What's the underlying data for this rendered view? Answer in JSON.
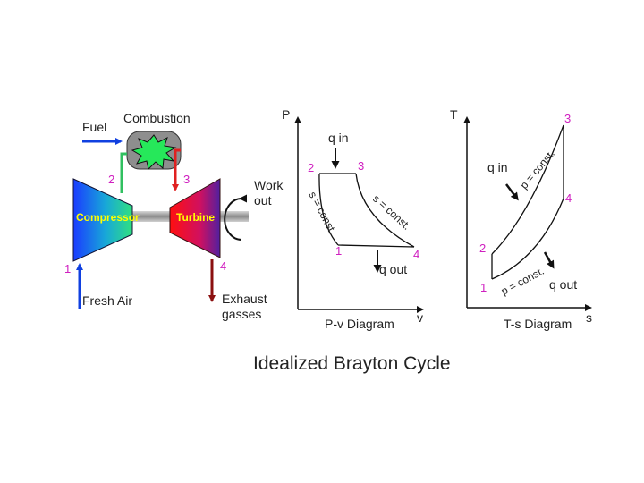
{
  "title": "Idealized Brayton Cycle",
  "engine": {
    "fuel": "Fuel",
    "combustion": "Combustion",
    "compressor": "Compressor",
    "turbine": "Turbine",
    "work_out_line1": "Work",
    "work_out_line2": "out",
    "fresh_air": "Fresh Air",
    "exhaust_line1": "Exhaust",
    "exhaust_line2": "gasses",
    "states": [
      "1",
      "2",
      "3",
      "4"
    ]
  },
  "pv": {
    "title": "P-v Diagram",
    "axis_y": "P",
    "axis_x": "v",
    "q_in": "q in",
    "q_out": "q out",
    "curve_left": "s = const.",
    "curve_right": "s = const.",
    "states": [
      "1",
      "2",
      "3",
      "4"
    ]
  },
  "ts": {
    "title": "T-s Diagram",
    "axis_y": "T",
    "axis_x": "s",
    "q_in": "q in",
    "q_out": "q out",
    "curve_upper": "p = const.",
    "curve_lower": "p = const.",
    "states": [
      "1",
      "2",
      "3",
      "4"
    ]
  },
  "colors": {
    "state_numbers": "#d020c0",
    "compressor_text": "#ffff00",
    "turbine_text": "#ffff00",
    "fuel_arrow": "#1040e0",
    "air_arrow": "#1040e0",
    "exhaust_arrow": "#8b1010",
    "duct_2": "#30c060",
    "duct_3": "#e02020"
  }
}
